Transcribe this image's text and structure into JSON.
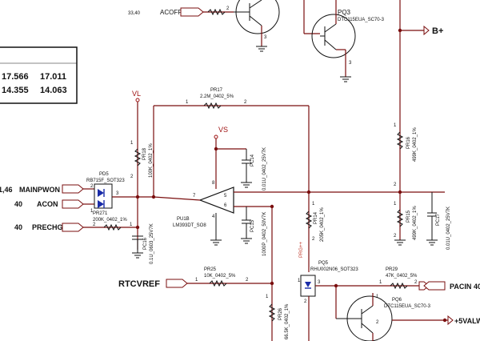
{
  "table": {
    "r1": [
      "17.566",
      "17.011"
    ],
    "r2": [
      "14.355",
      "14.063"
    ]
  },
  "top": {
    "ref": "33,40",
    "acoff": "ACOFF",
    "pq3": "PQ3",
    "pq3_part": "DTC115EUA_SC70-3",
    "bplus": "B+"
  },
  "rails": {
    "vl": "VL",
    "vs": "VS"
  },
  "pr17": {
    "ref": "PR17",
    "val": "2.2M_0402_5%"
  },
  "pr18": {
    "ref": "PR18",
    "val": "100K_0402_1%"
  },
  "pc14": {
    "ref": "PC14",
    "val": "0.01U_0402_25V7K"
  },
  "pr16": {
    "ref": "PR16",
    "val": "499K_0402_1%"
  },
  "pd5": {
    "ref": "PD5",
    "val": "RB715F_SOT323"
  },
  "pr271": {
    "ref": "PR271",
    "val": "200K_0402_1%"
  },
  "pu1b": {
    "ref": "PU1B",
    "val": "LM393DT_SO8"
  },
  "pc15": {
    "ref": "PC15",
    "val": "1000P_0402_50V7K"
  },
  "pc16": {
    "ref": "PC16",
    "val": "0.1U_0603_25V7K"
  },
  "pr14": {
    "ref": "PR14",
    "val": "205K_0402_1%"
  },
  "pr15": {
    "ref": "PR15",
    "val": "499K_0402_1%"
  },
  "pc17": {
    "ref": "PC17",
    "val": "0.01U_0402_25V7K"
  },
  "pr25": {
    "ref": "PR25",
    "val": "10K_0402_5%"
  },
  "pr26": {
    "ref": "PR26",
    "val": "66.5K_0402_1%"
  },
  "pq5": {
    "ref": "PQ5",
    "val": "RHU002N06_SOT323"
  },
  "pr29": {
    "ref": "PR29",
    "val": "47K_0402_5%"
  },
  "pq6": {
    "ref": "PQ6",
    "val": "DTC115EUA_SC70-3"
  },
  "prg": "PRG++",
  "nets": {
    "mainpwon_num": "1,46",
    "mainpwon": "MAINPWON",
    "acon_num": "40",
    "acon": "ACON",
    "prechg_num": "40",
    "prechg": "PRECHG",
    "rtcvref": "RTCVREF",
    "pacin": "PACIN",
    "pacin_num": "40",
    "v5valw": "+5VALW"
  },
  "pins": {
    "p1": "1",
    "p2": "2",
    "p3": "3",
    "p4": "4",
    "p5": "5",
    "p6": "6",
    "p7": "7",
    "p8": "8"
  }
}
